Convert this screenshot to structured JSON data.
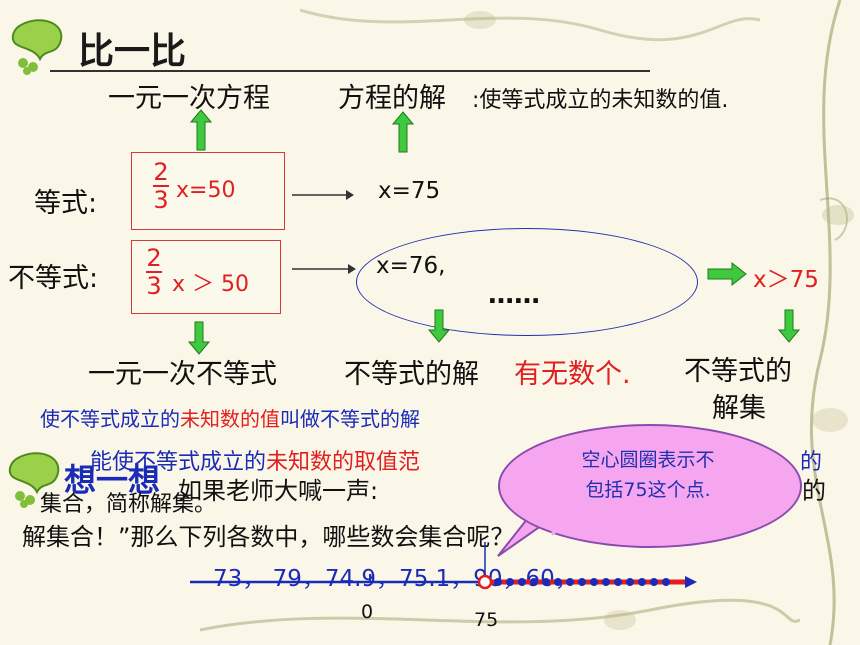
{
  "title": "比一比",
  "row1": {
    "part_a": "一元一次方程",
    "part_b": "方程的解",
    "part_c": ":使等式成立的未知数的值."
  },
  "equality": {
    "label": "等式:",
    "frac_num": "2",
    "frac_den": "3",
    "expr": "x=50",
    "result": "x=75"
  },
  "inequality": {
    "label": "不等式:",
    "frac_num": "2",
    "frac_den": "3",
    "expr": "x ＞ 50",
    "result1": "x=76,",
    "result2": "……",
    "solution_set": "x＞75"
  },
  "row_bottom": {
    "part_a": "一元一次不等式",
    "part_b": "不等式的解",
    "part_c": "有无数个.",
    "part_d": "不等式的",
    "part_e": "解集"
  },
  "def1": {
    "a": "使不等式成立的",
    "b": "未知数的值",
    "c": "叫做不等式的解"
  },
  "def2": {
    "a": "能使不等式成立的",
    "b": "未知数的取值范",
    "c": "的"
  },
  "think": {
    "heading": "想一想",
    "line1": "如果老师大喊一声:",
    "line1_end": "的",
    "line2": "集合，简称解集。",
    "line3": "解集合！”那么下列各数中，哪些数会集合呢？"
  },
  "numbers": "73，  79，74.9，75.1，90，60，",
  "numberline": {
    "zero": "0",
    "mark": "75"
  },
  "bubble": {
    "line1": "空心圆圈表示不",
    "line2": "包括75这个点."
  },
  "colors": {
    "green": "#3fc93f",
    "red": "#e02020",
    "blue": "#1a2bb8"
  }
}
